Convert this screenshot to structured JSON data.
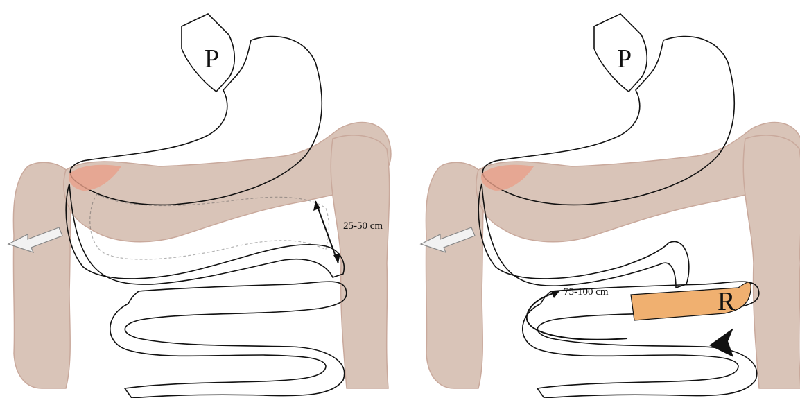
{
  "colors": {
    "stomach": "#f6b6a0",
    "stomach_dark": "#e8a08a",
    "colon": "#d9c4b8",
    "colon_edge": "#c9a99c",
    "bowel": "#f7c46c",
    "bowel_dark": "#eeaa3f",
    "arrow_fill": "#f2f2f2"
  },
  "left_panel": {
    "pancreas_label": "P",
    "measurement_label": "25-50 cm"
  },
  "right_panel": {
    "pancreas_label": "P",
    "measurement_label": "75-100 cm",
    "roux_label": "R"
  }
}
